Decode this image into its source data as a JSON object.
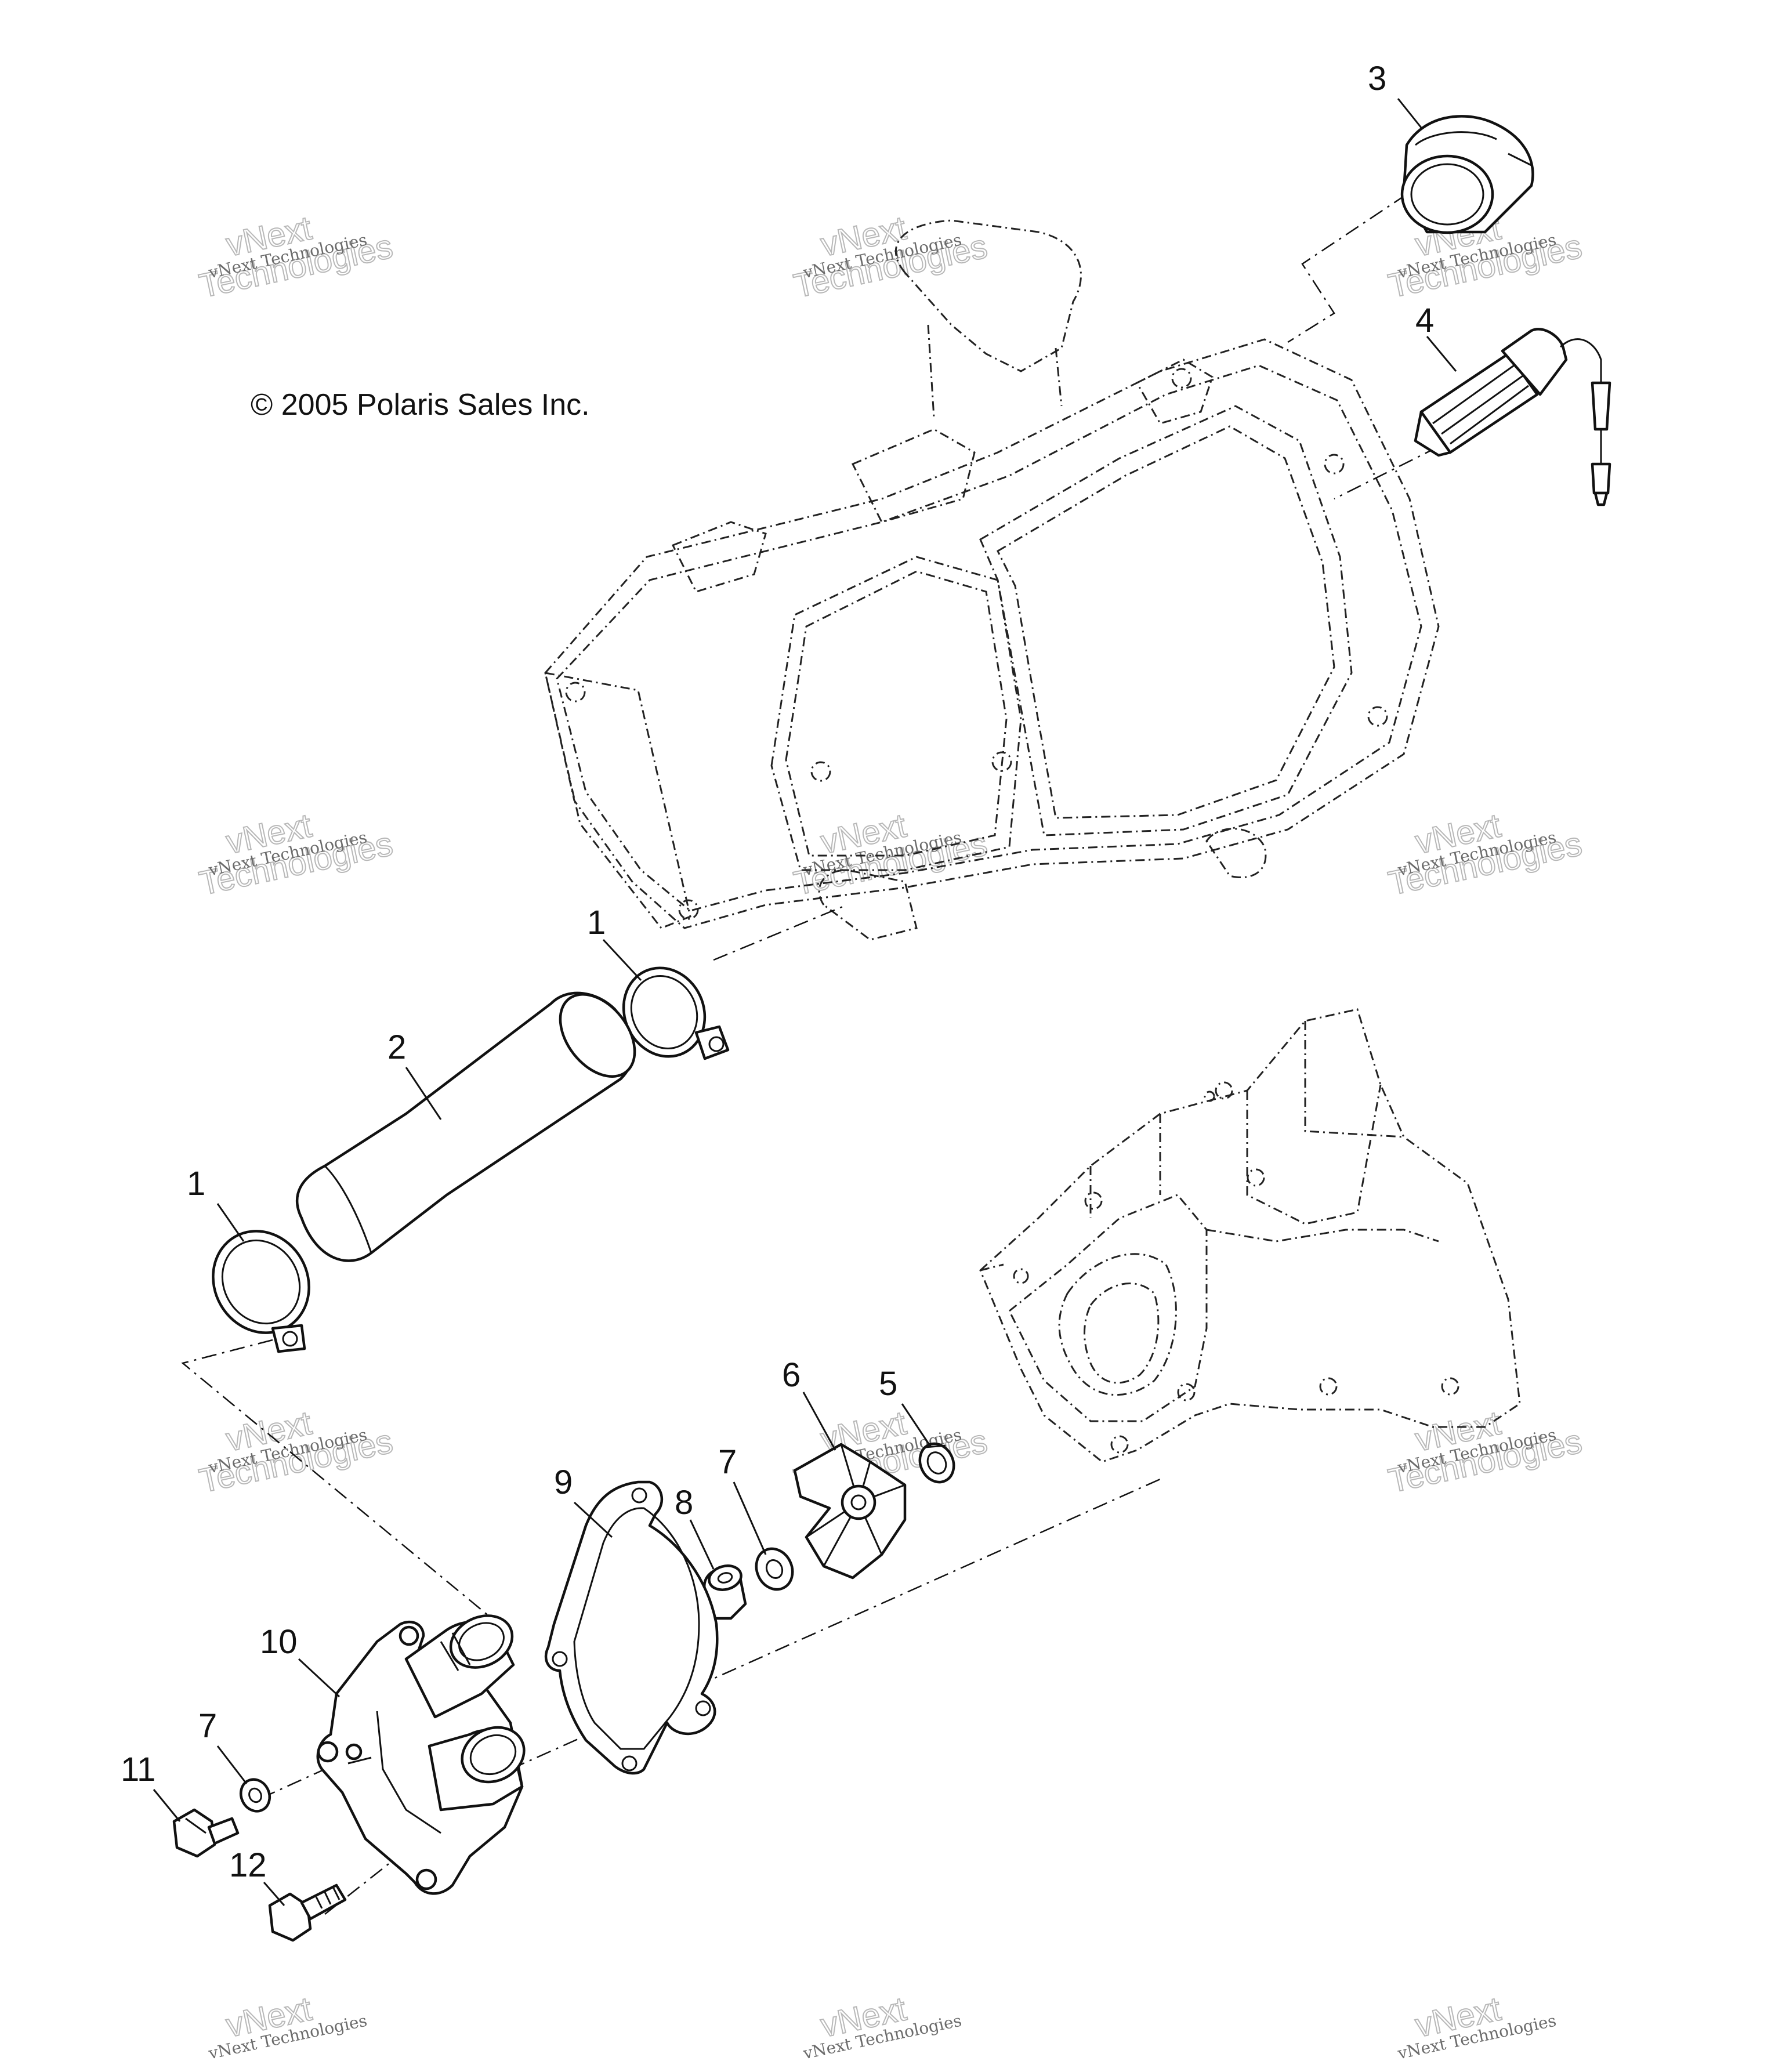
{
  "copyright": "© 2005 Polaris Sales Inc.",
  "watermark": {
    "line1": "vNext Technologies",
    "line2": "vNext",
    "line3": "Technologies"
  },
  "callouts": {
    "c1a": "1",
    "c1b": "1",
    "c2": "2",
    "c3": "3",
    "c4": "4",
    "c5": "5",
    "c6": "6",
    "c7a": "7",
    "c7b": "7",
    "c8": "8",
    "c9": "9",
    "c10": "10",
    "c11": "11",
    "c12": "12"
  }
}
